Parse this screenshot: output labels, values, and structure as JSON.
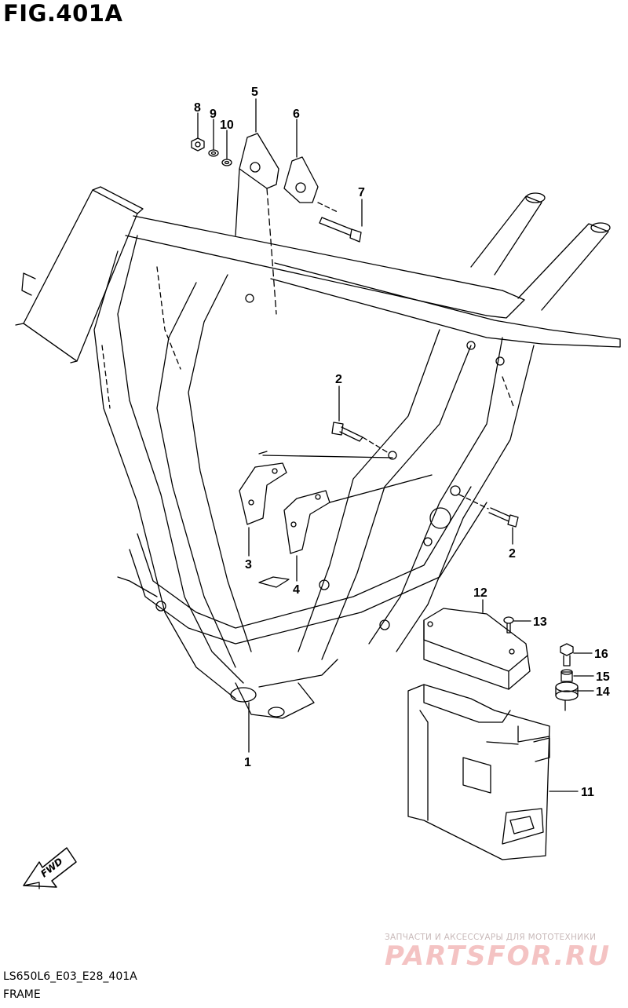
{
  "figure": {
    "title": "FIG.401A",
    "model_code": "LS650L6_E03_E28_401A",
    "group_name": "FRAME",
    "fwd_label": "FWD"
  },
  "callouts": [
    {
      "label": "1"
    },
    {
      "label": "2"
    },
    {
      "label": "2"
    },
    {
      "label": "3"
    },
    {
      "label": "4"
    },
    {
      "label": "5"
    },
    {
      "label": "6"
    },
    {
      "label": "7"
    },
    {
      "label": "8"
    },
    {
      "label": "9"
    },
    {
      "label": "10"
    },
    {
      "label": "11"
    },
    {
      "label": "12"
    },
    {
      "label": "13"
    },
    {
      "label": "14"
    },
    {
      "label": "15"
    },
    {
      "label": "16"
    }
  ],
  "watermark": {
    "line1": "ЗАПЧАСТИ И АКСЕССУАРЫ ДЛЯ МОТОТЕХНИКИ",
    "line2": "PARTSFOR.RU",
    "color": "#f4c3c3"
  }
}
